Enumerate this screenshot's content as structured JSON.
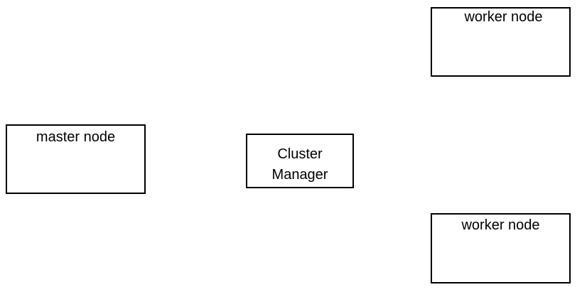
{
  "diagram": {
    "nodes": {
      "master": {
        "label": "master node"
      },
      "cluster_manager": {
        "label_lines": [
          "Cluster",
          "Manager"
        ]
      },
      "worker_top": {
        "label": "worker node"
      },
      "worker_bottom": {
        "label": "worker node"
      }
    }
  }
}
